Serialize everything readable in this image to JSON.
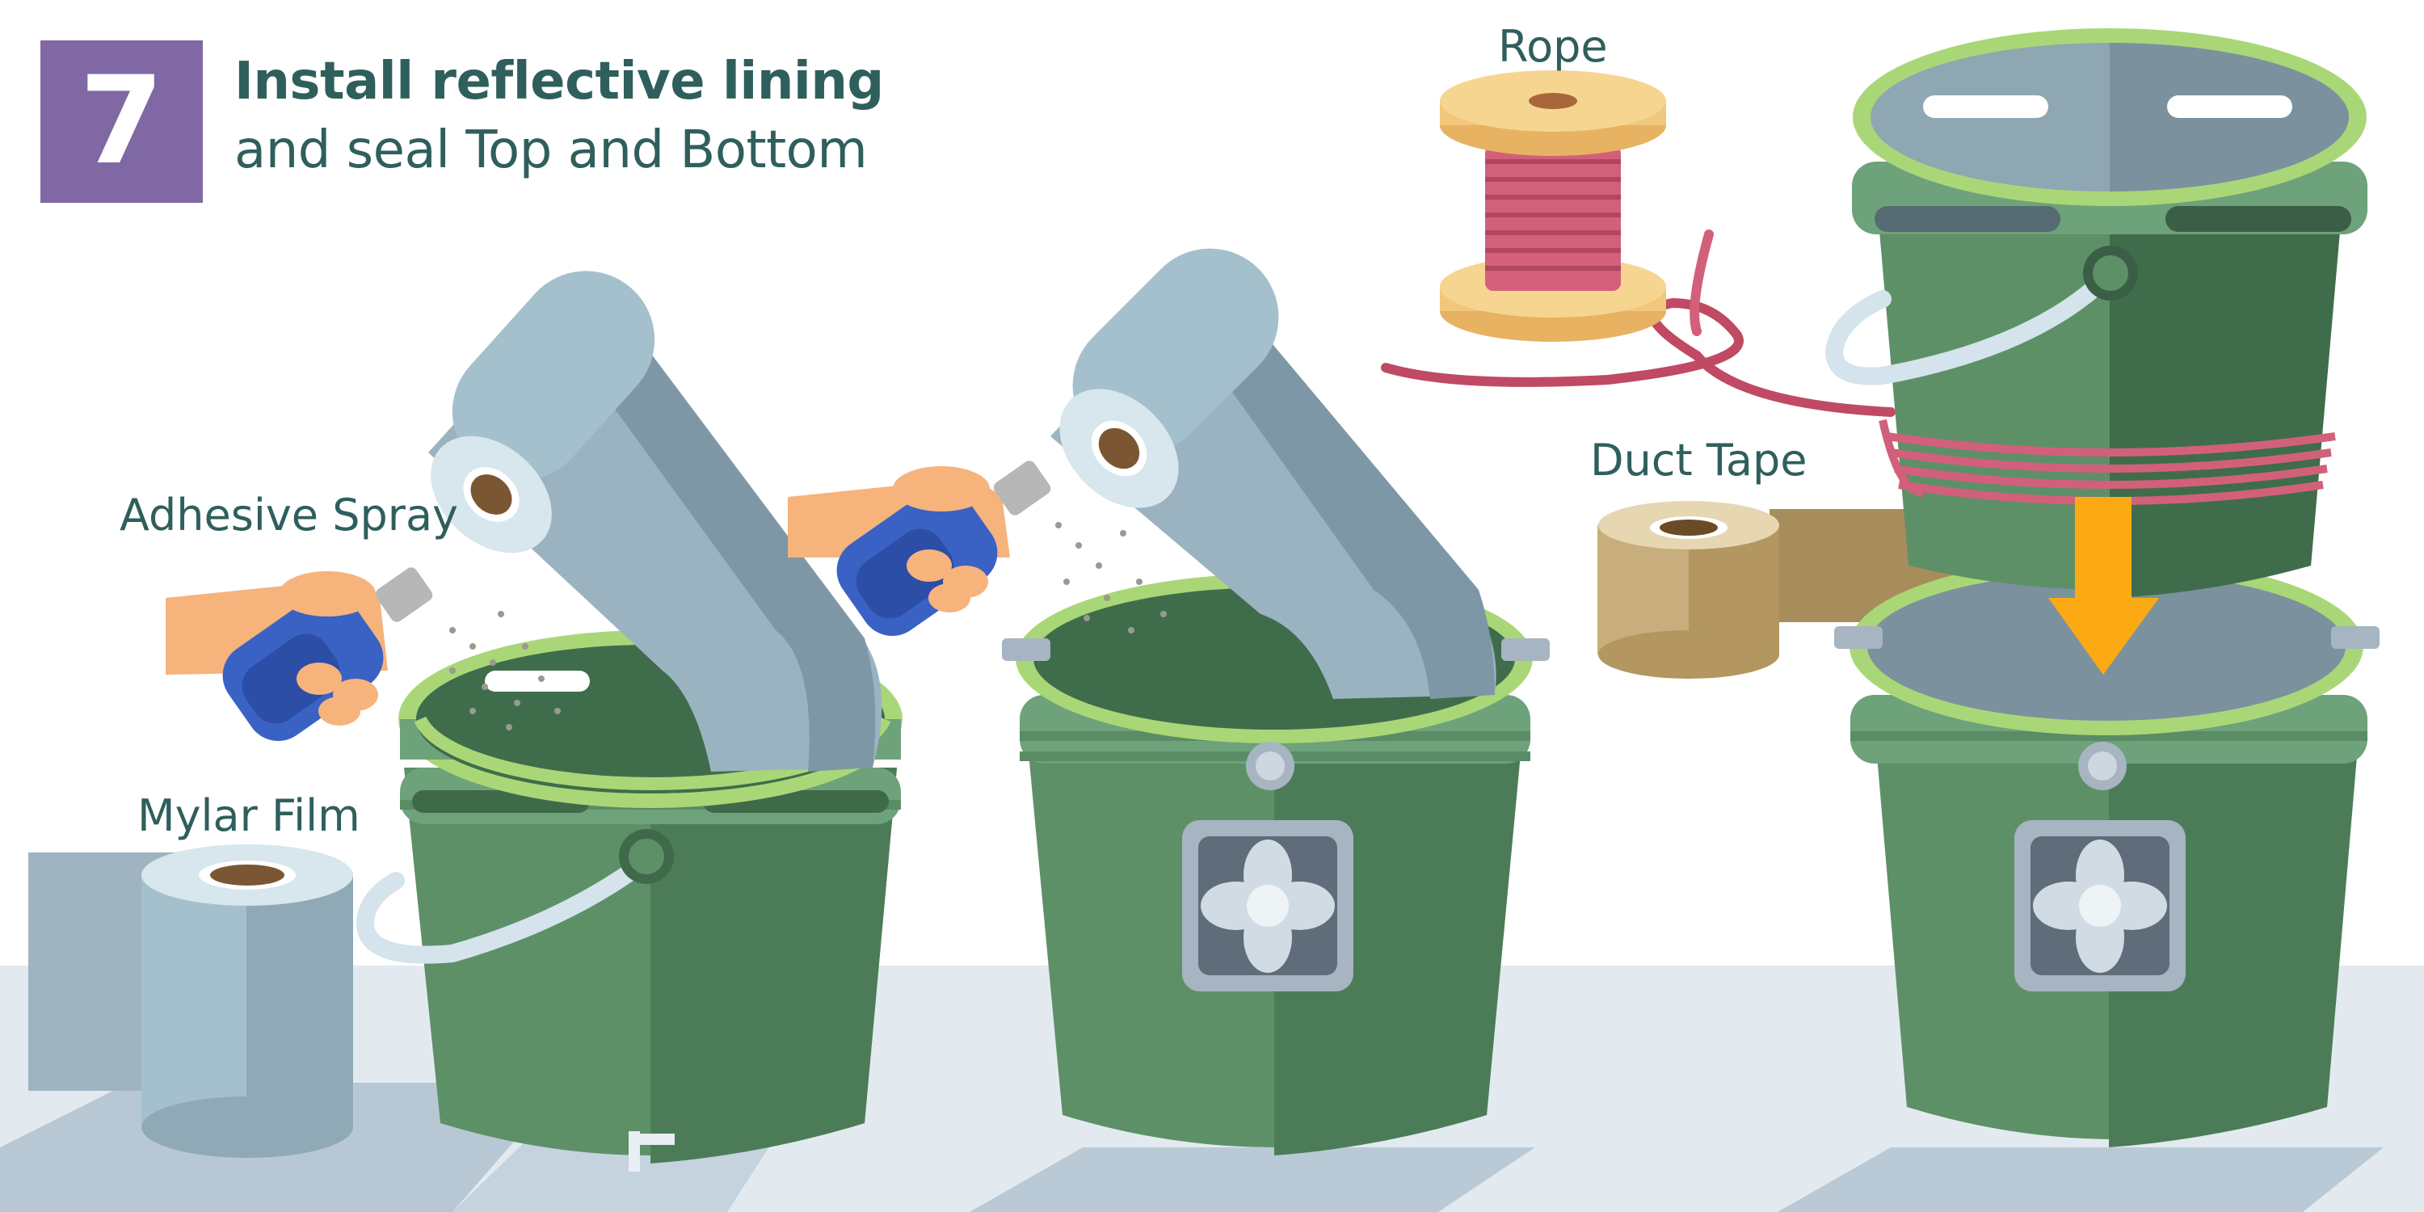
{
  "step": {
    "number": "7"
  },
  "title": {
    "line1": "Install reflective lining",
    "line2": "and seal Top and Bottom"
  },
  "labels": {
    "adhesive_spray": "Adhesive Spray",
    "mylar_film": "Mylar Film",
    "rope": "Rope",
    "duct_tape": "Duct Tape"
  },
  "colors": {
    "badge": "#7f68a4",
    "text": "#2f5f5c",
    "bucket_green": "#5e9068",
    "rim_lime": "#a9d777",
    "arrow": "#fcaa14",
    "spray_can": "#3a62c4",
    "rope": "#d2607a",
    "tape": "#c8ae7c",
    "film": "#9bb6c4"
  },
  "icons": [
    "step-number-badge",
    "adhesive-spray-can-icon",
    "mylar-film-roll-icon",
    "rope-spool-icon",
    "duct-tape-roll-icon",
    "bucket-icon",
    "fan-icon",
    "down-arrow-icon"
  ]
}
